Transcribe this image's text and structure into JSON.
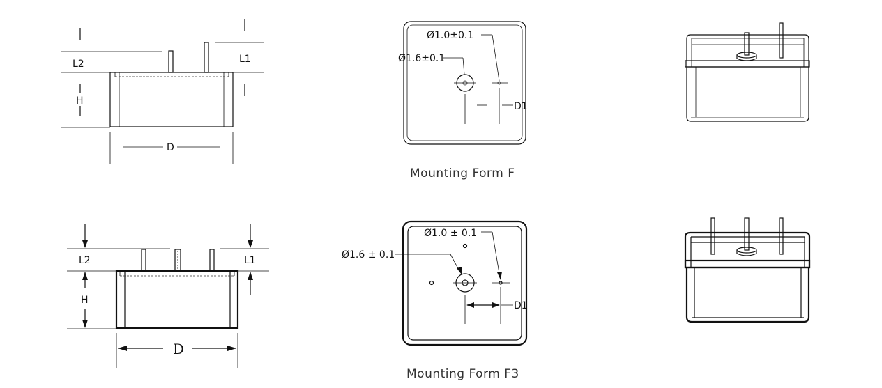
{
  "form_f": {
    "caption": "Mounting Form F",
    "side_view": {
      "l2": "L2",
      "l1": "L1",
      "h": "H",
      "d": "D"
    },
    "top_view": {
      "hole_small": "Ø1.0±0.1",
      "hole_large": "Ø1.6±0.1",
      "d1": "D1"
    }
  },
  "form_f3": {
    "caption": "Mounting Form F3",
    "side_view": {
      "l2": "L2",
      "l1": "L1",
      "h": "H",
      "d": "D"
    },
    "top_view": {
      "hole_small": "Ø1.0 ± 0.1",
      "hole_large": "Ø1.6 ± 0.1",
      "d1": "D1"
    }
  }
}
